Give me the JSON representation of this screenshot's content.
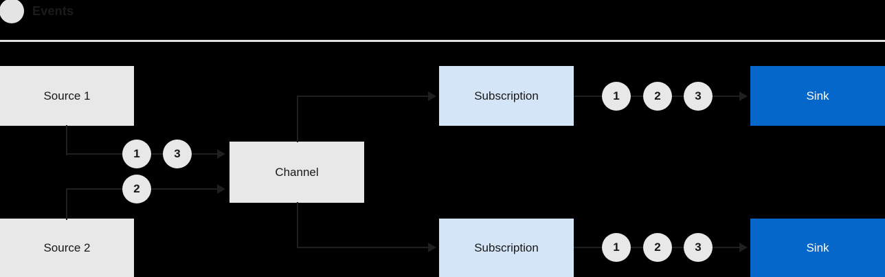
{
  "legend": {
    "dot_icon": "events-dot-icon",
    "label": "Events",
    "dot_color": "#e4e4e4"
  },
  "colors": {
    "background": "#000000",
    "source_fill": "#e8e8e8",
    "channel_fill": "#e8e8e8",
    "subscription_fill": "#d4e5f7",
    "sink_fill": "#0667ca",
    "sink_text": "#ffffff",
    "wire": "#1f1f1f",
    "divider": "#e2e2e2",
    "token_fill": "#e8e8e8"
  },
  "diagram": {
    "sources": [
      {
        "label": "Source 1"
      },
      {
        "label": "Source 2"
      }
    ],
    "channel": {
      "label": "Channel"
    },
    "subscriptions": [
      {
        "label": "Subscription"
      },
      {
        "label": "Subscription"
      }
    ],
    "sinks": [
      {
        "label": "Sink"
      },
      {
        "label": "Sink"
      }
    ],
    "ingress_tokens": [
      {
        "value": "1"
      },
      {
        "value": "3"
      },
      {
        "value": "2"
      }
    ],
    "egress_tokens_top": [
      {
        "value": "1"
      },
      {
        "value": "2"
      },
      {
        "value": "3"
      }
    ],
    "egress_tokens_bottom": [
      {
        "value": "1"
      },
      {
        "value": "2"
      },
      {
        "value": "3"
      }
    ]
  }
}
